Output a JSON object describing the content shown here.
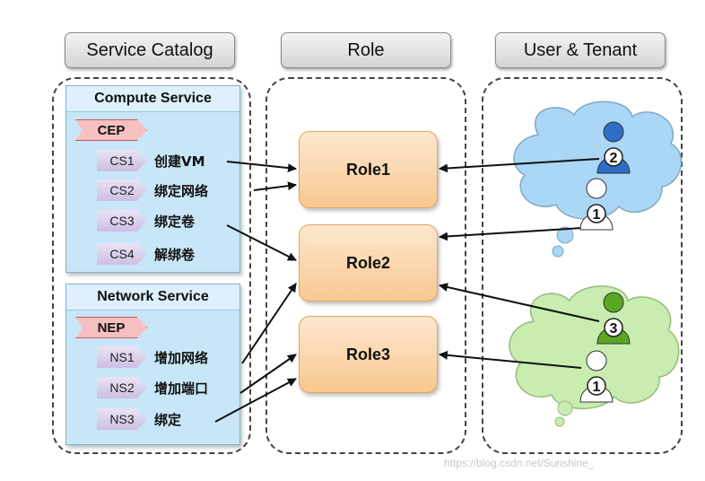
{
  "headers": {
    "catalog": "Service Catalog",
    "role": "Role",
    "user_tenant": "User & Tenant"
  },
  "compute": {
    "title": "Compute Service",
    "endpoint": "CEP",
    "ops": [
      {
        "code": "CS1",
        "label": "创建VM"
      },
      {
        "code": "CS2",
        "label": "绑定网络"
      },
      {
        "code": "CS3",
        "label": "绑定卷"
      },
      {
        "code": "CS4",
        "label": "解绑卷"
      }
    ]
  },
  "network": {
    "title": "Network Service",
    "endpoint": "NEP",
    "ops": [
      {
        "code": "NS1",
        "label": "增加网络"
      },
      {
        "code": "NS2",
        "label": "增加端口"
      },
      {
        "code": "NS3",
        "label": "绑定"
      }
    ]
  },
  "roles": [
    "Role1",
    "Role2",
    "Role3"
  ],
  "tenants": [
    {
      "color": "#a9d7f5",
      "users": [
        {
          "number": "2",
          "color": "#2d6fc7"
        },
        {
          "number": "1",
          "color": "#ffffff"
        }
      ]
    },
    {
      "color": "#c9ecb1",
      "users": [
        {
          "number": "3",
          "color": "#5aa822"
        },
        {
          "number": "1",
          "color": "#ffffff"
        }
      ]
    }
  ],
  "watermark": "https://blog.csdn.net/Sunshine_"
}
